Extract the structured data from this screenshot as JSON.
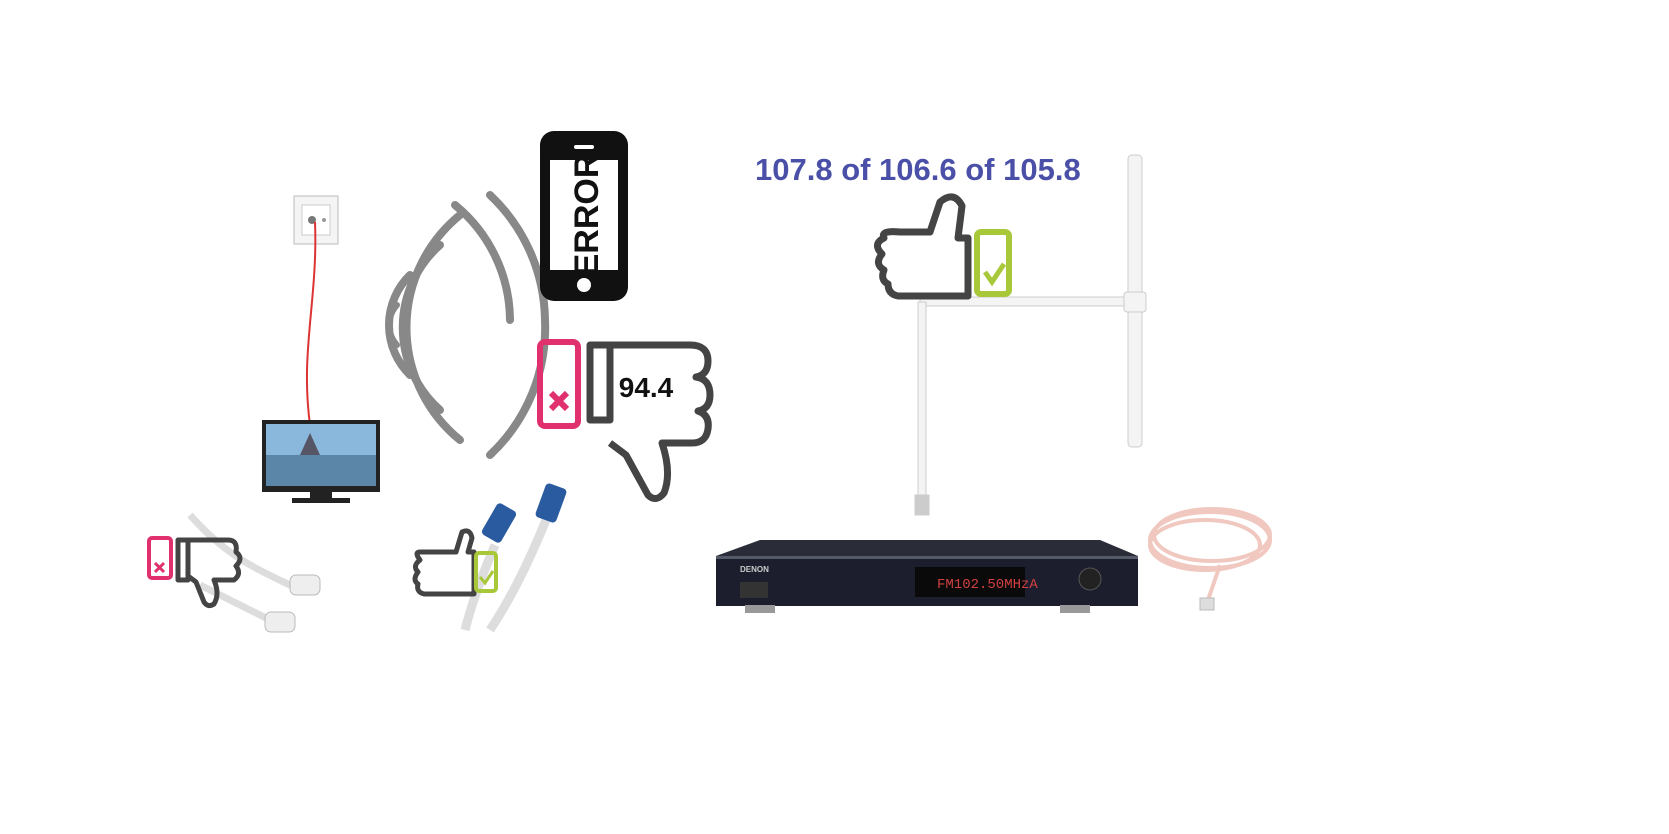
{
  "phone": {
    "screen_text": "ERROR"
  },
  "bad_reception": {
    "frequency": "94.4"
  },
  "good_reception": {
    "frequencies": "107.8 of 106.6 of 105.8"
  },
  "tuner": {
    "brand": "DENON",
    "display": "FM102.50MHzA"
  },
  "colors": {
    "bad": "#e0306e",
    "good": "#a8c83a",
    "freq_text": "#4a4fa8",
    "icon_stroke": "#444444"
  }
}
